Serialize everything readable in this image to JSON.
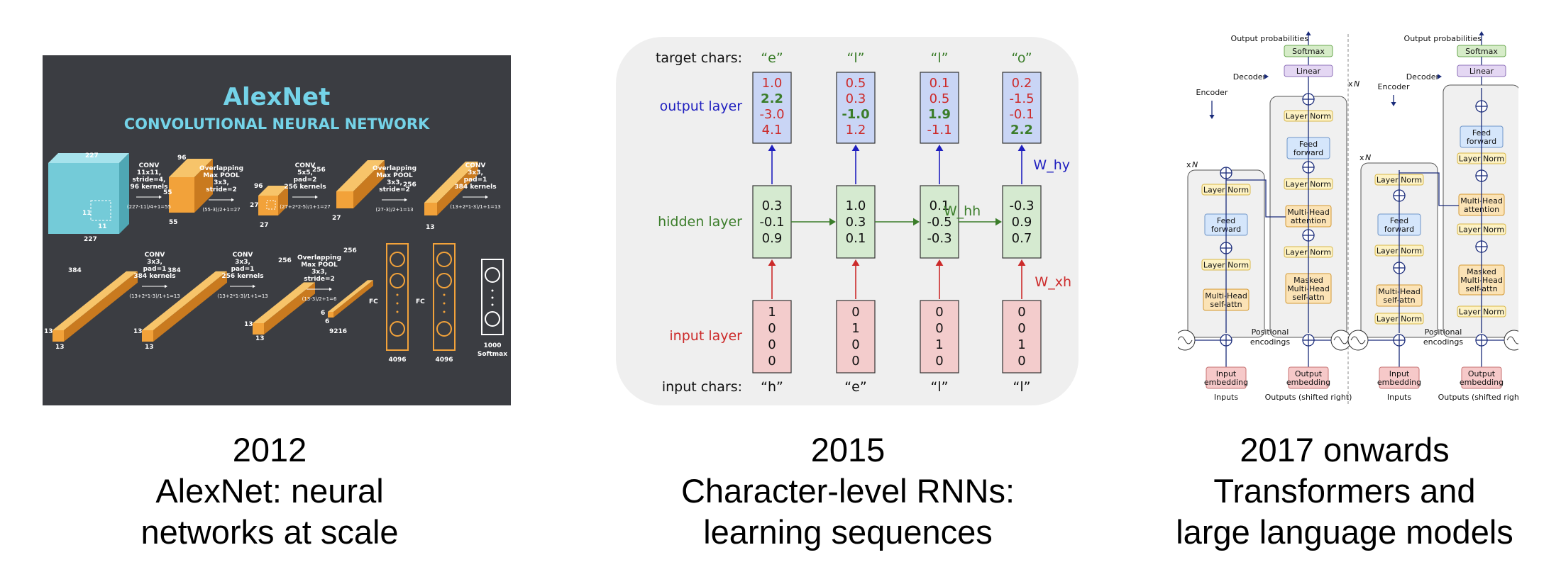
{
  "alexnet": {
    "title": "AlexNet",
    "subtitle": "CONVOLUTIONAL NEURAL NETWORK",
    "input_dims": [
      "227",
      "227",
      "11",
      "11"
    ],
    "row1": [
      {
        "label": [
          "CONV",
          "11x11,",
          "stride=4,",
          "96 kernels"
        ],
        "formula": "(227-11)/4+1=55"
      },
      {
        "label": [
          "Overlapping",
          "Max POOL",
          "3x3,",
          "stride=2"
        ],
        "formula": "(55-3)/2+1=27"
      },
      {
        "label": [
          "CONV",
          "5x5,",
          "pad=2",
          "256 kernels"
        ],
        "formula": "(27+2*2-5)/1+1=27"
      },
      {
        "label": [
          "Overlapping",
          "Max POOL",
          "3x3,",
          "stride=2"
        ],
        "formula": "(27-3)/2+1=13"
      },
      {
        "label": [
          "CONV",
          "3x3,",
          "pad=1",
          "384 kernels"
        ],
        "formula": "(13+2*1-3)/1+1=13"
      }
    ],
    "row1_dims": [
      "96",
      "55",
      "55",
      "96",
      "27",
      "27",
      "256",
      "27",
      "256",
      "13"
    ],
    "row2": [
      {
        "label": [
          "CONV",
          "3x3,",
          "pad=1",
          "384 kernels"
        ],
        "formula": "(13+2*1-3)/1+1=13"
      },
      {
        "label": [
          "CONV",
          "3x3,",
          "pad=1",
          "256 kernels"
        ],
        "formula": "(13+2*1-3)/1+1=13"
      },
      {
        "label": [
          "Overlapping",
          "Max POOL",
          "3x3,",
          "stride=2"
        ],
        "formula": "(13-3)/2+1=6"
      }
    ],
    "row2_dims": [
      "384",
      "13",
      "13",
      "384",
      "13",
      "13",
      "256",
      "13",
      "13",
      "256",
      "6",
      "6",
      "9216"
    ],
    "fc_labels": [
      "FC",
      "FC"
    ],
    "fc_sizes": [
      "4096",
      "4096"
    ],
    "output_size": "1000",
    "output_name": "Softmax"
  },
  "rnn": {
    "row_labels": {
      "target": "target chars:",
      "output": "output layer",
      "hidden": "hidden layer",
      "input": "input layer",
      "input_chars": "input chars:"
    },
    "target_chars": [
      "“e”",
      "“l”",
      "“l”",
      "“o”"
    ],
    "input_chars": [
      "“h”",
      "“e”",
      "“l”",
      "“l”"
    ],
    "output_values": [
      [
        "1.0",
        "2.2",
        "-3.0",
        "4.1"
      ],
      [
        "0.5",
        "0.3",
        "-1.0",
        "1.2"
      ],
      [
        "0.1",
        "0.5",
        "1.9",
        "-1.1"
      ],
      [
        "0.2",
        "-1.5",
        "-0.1",
        "2.2"
      ]
    ],
    "output_highlight_index": [
      1,
      2,
      2,
      3
    ],
    "hidden_values": [
      [
        "0.3",
        "-0.1",
        "0.9"
      ],
      [
        "1.0",
        "0.3",
        "0.1"
      ],
      [
        "0.1",
        "-0.5",
        "-0.3"
      ],
      [
        "-0.3",
        "0.9",
        "0.7"
      ]
    ],
    "input_values": [
      [
        "1",
        "0",
        "0",
        "0"
      ],
      [
        "0",
        "1",
        "0",
        "0"
      ],
      [
        "0",
        "0",
        "1",
        "0"
      ],
      [
        "0",
        "0",
        "1",
        "0"
      ]
    ],
    "weights": {
      "hh": "W_hh",
      "hy": "W_hy",
      "xh": "W_xh"
    },
    "colors": {
      "output": "#1f1fbf",
      "hidden": "#3b7d2a",
      "input": "#cc2a2a"
    }
  },
  "transformer": {
    "output_probabilities": "Output probabilities",
    "softmax": "Softmax",
    "linear": "Linear",
    "layer_norm": "Layer Norm",
    "feed_forward": [
      "Feed",
      "forward"
    ],
    "mha": [
      "Multi-Head",
      "attention"
    ],
    "masked_mha": [
      "Masked",
      "Multi-Head",
      "self-attn"
    ],
    "mh_self_attn": [
      "Multi-Head",
      "self-attn"
    ],
    "decoder": "Decoder",
    "encoder": "Encoder",
    "repeat": "x",
    "repeat_n": "N",
    "positional": [
      "Positional",
      "encodings"
    ],
    "input_embedding": [
      "Input",
      "embedding"
    ],
    "output_embedding": [
      "Output",
      "embedding"
    ],
    "inputs": "Inputs",
    "outputs_shifted": "Outputs (shifted right)"
  },
  "captions": [
    {
      "year": "2012",
      "lines": [
        "AlexNet: neural",
        "networks at scale"
      ]
    },
    {
      "year": "2015",
      "lines": [
        "Character-level RNNs:",
        "learning sequences"
      ]
    },
    {
      "year": "2017 onwards",
      "lines": [
        "Transformers and",
        "large language models"
      ]
    }
  ]
}
